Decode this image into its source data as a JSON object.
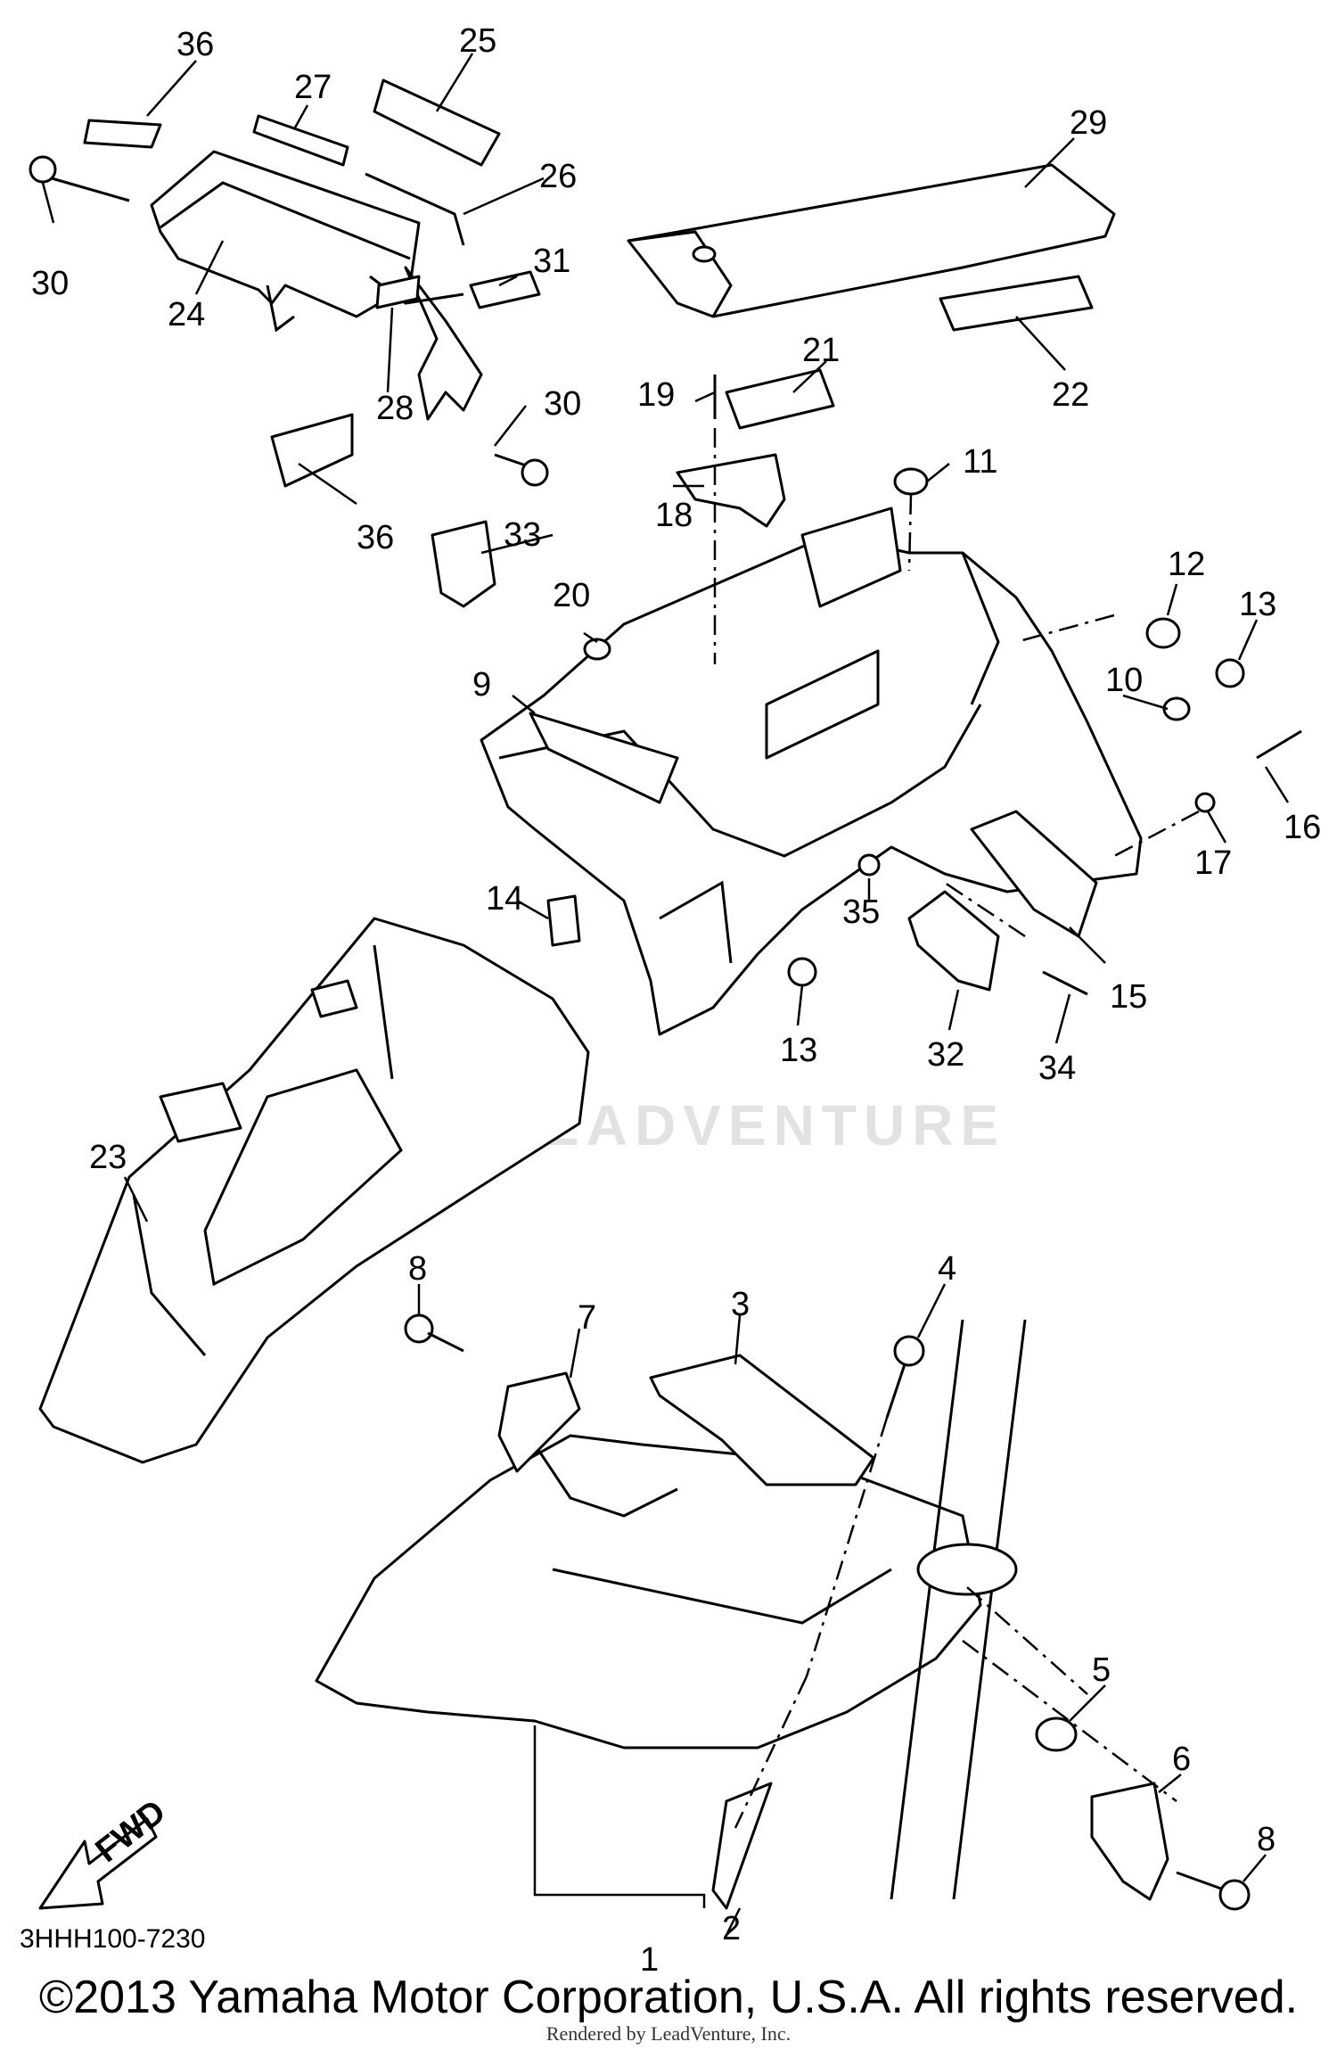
{
  "diagram": {
    "callouts": [
      "1",
      "2",
      "3",
      "4",
      "5",
      "6",
      "7",
      "8",
      "8",
      "9",
      "10",
      "11",
      "12",
      "13",
      "13",
      "14",
      "15",
      "16",
      "17",
      "18",
      "19",
      "20",
      "21",
      "22",
      "23",
      "24",
      "25",
      "26",
      "27",
      "28",
      "29",
      "30",
      "30",
      "31",
      "32",
      "33",
      "34",
      "35",
      "36",
      "36"
    ],
    "fwd_label": "FWD",
    "diagram_code": "3HHH100-7230",
    "copyright": "©2013 Yamaha Motor Corporation, U.S.A. All rights reserved.",
    "rendered_by": "Rendered by LeadVenture, Inc.",
    "watermark": "LEADVENTURE"
  }
}
